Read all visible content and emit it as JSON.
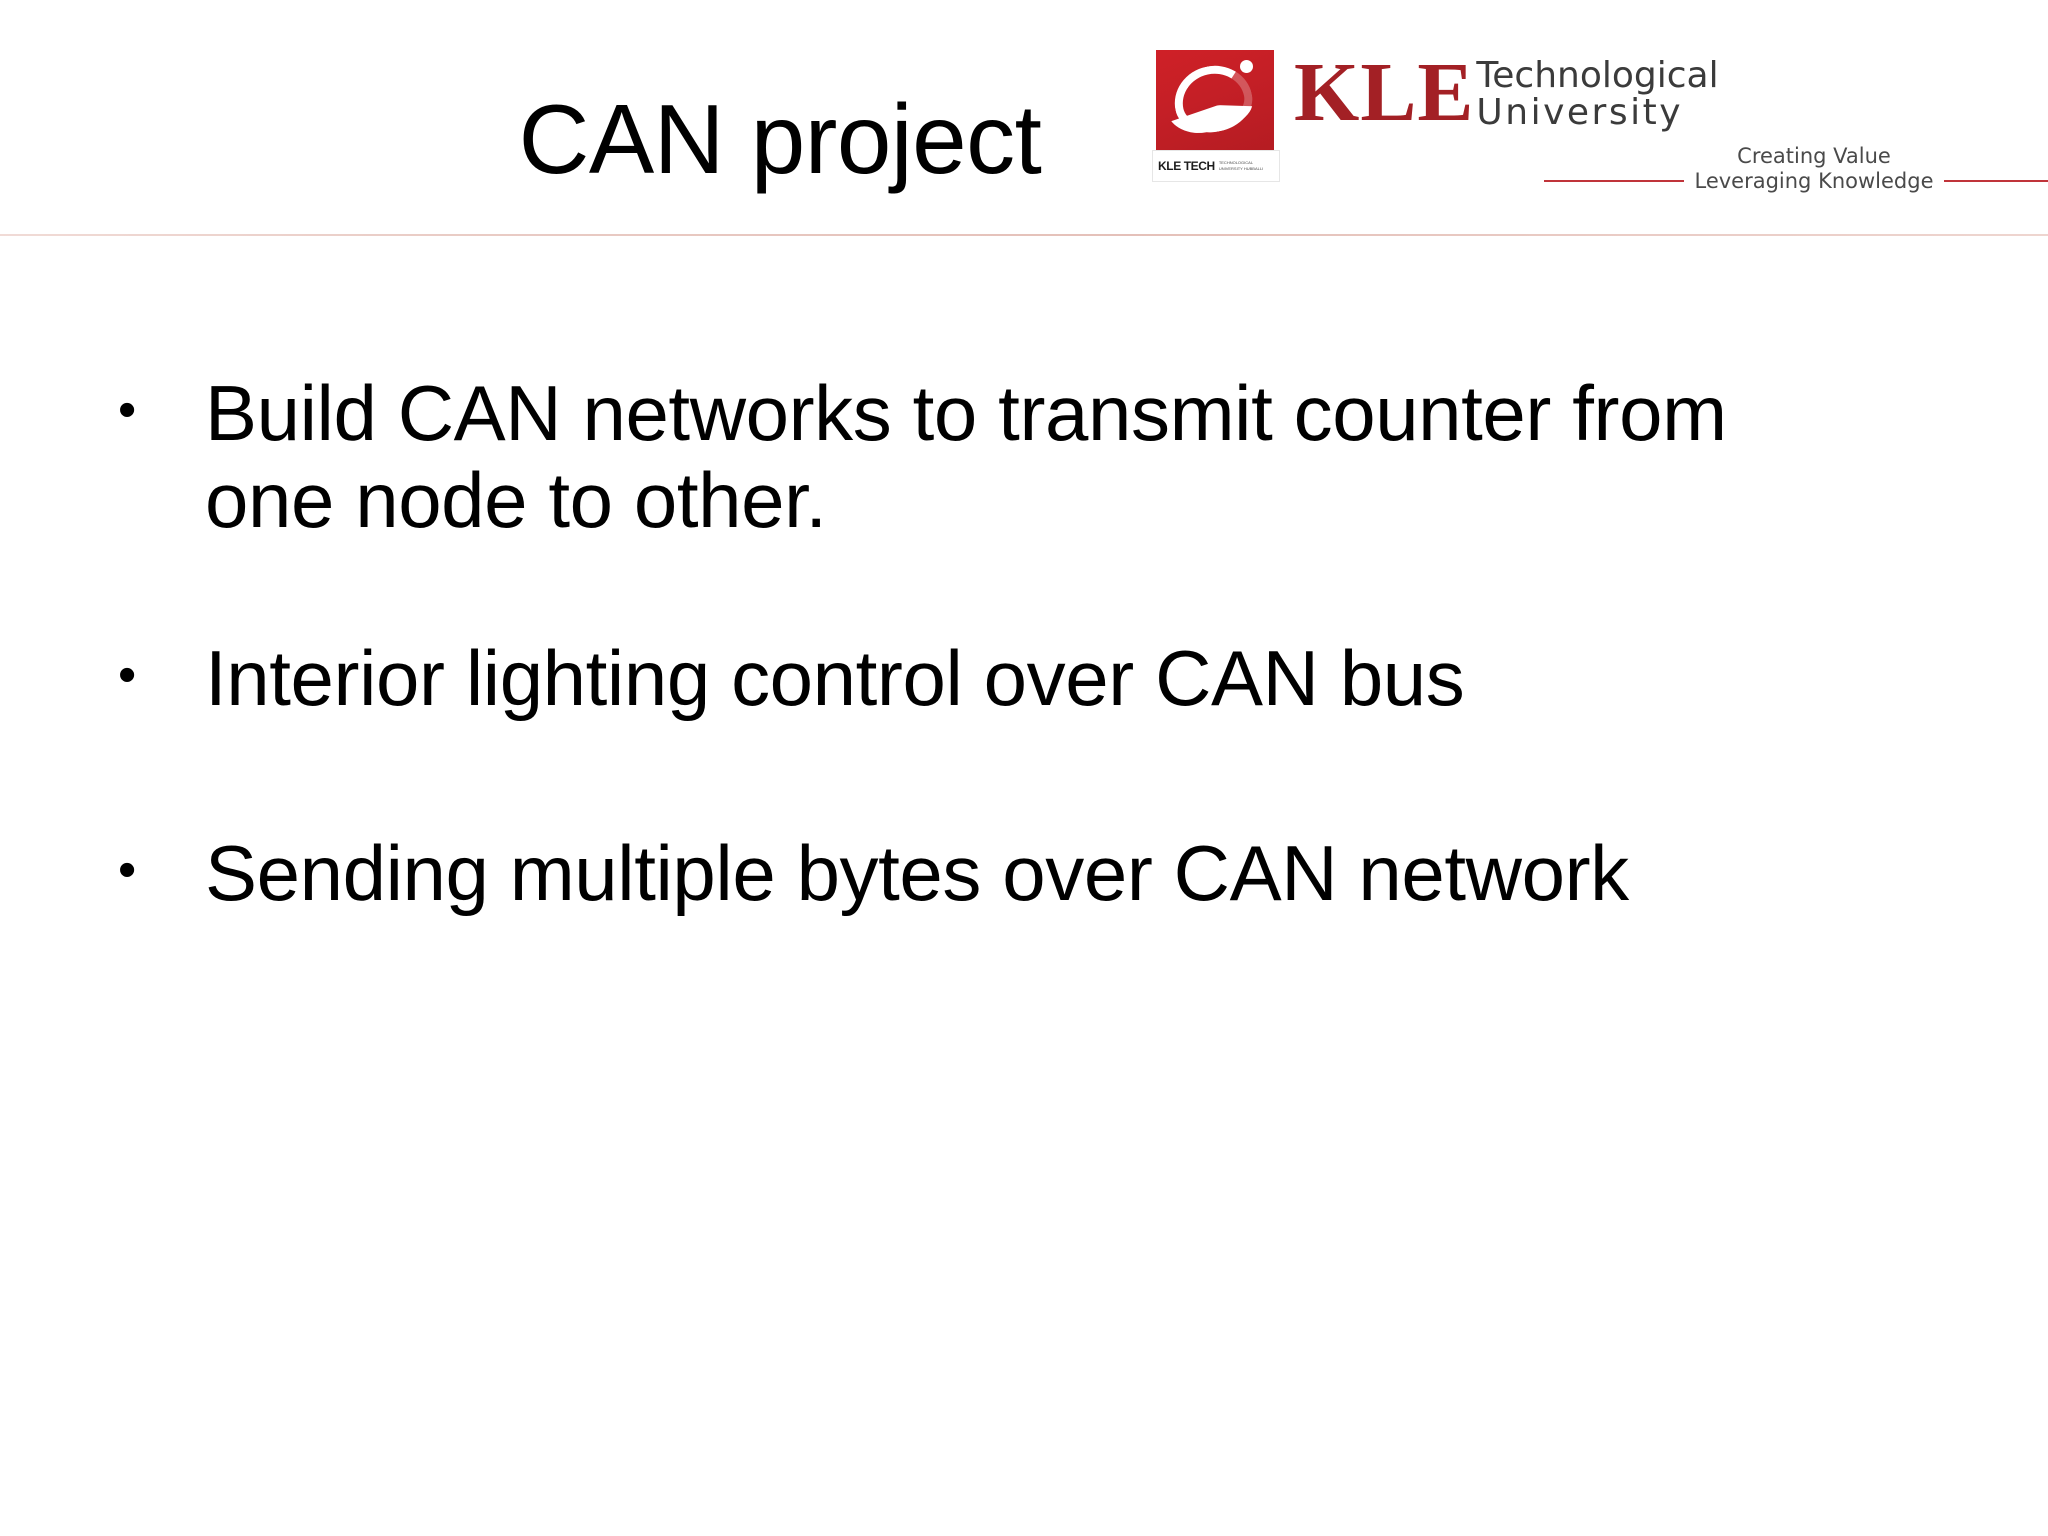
{
  "slide": {
    "title": "CAN project",
    "background_color": "#ffffff",
    "text_color": "#000000",
    "divider_color": "#e8c9c2"
  },
  "logo": {
    "mark_color": "#c41f26",
    "accent_color": "#a32025",
    "badge_primary": "KLE TECH",
    "badge_sub_line1": "TECHNOLOGICAL",
    "badge_sub_line2": "UNIVERSITY HUBBALLI",
    "wordmark_kle": "KLE",
    "wordmark_line1": "Technological",
    "wordmark_line2": "University",
    "tagline_line1": "Creating Value",
    "tagline_line2": "Leveraging Knowledge"
  },
  "bullets": [
    {
      "glyph": "•",
      "text": "Build CAN networks to transmit counter from one node to other."
    },
    {
      "glyph": "•",
      "text": "Interior lighting control over CAN bus"
    },
    {
      "glyph": "•",
      "text": "Sending multiple bytes over CAN network"
    }
  ]
}
